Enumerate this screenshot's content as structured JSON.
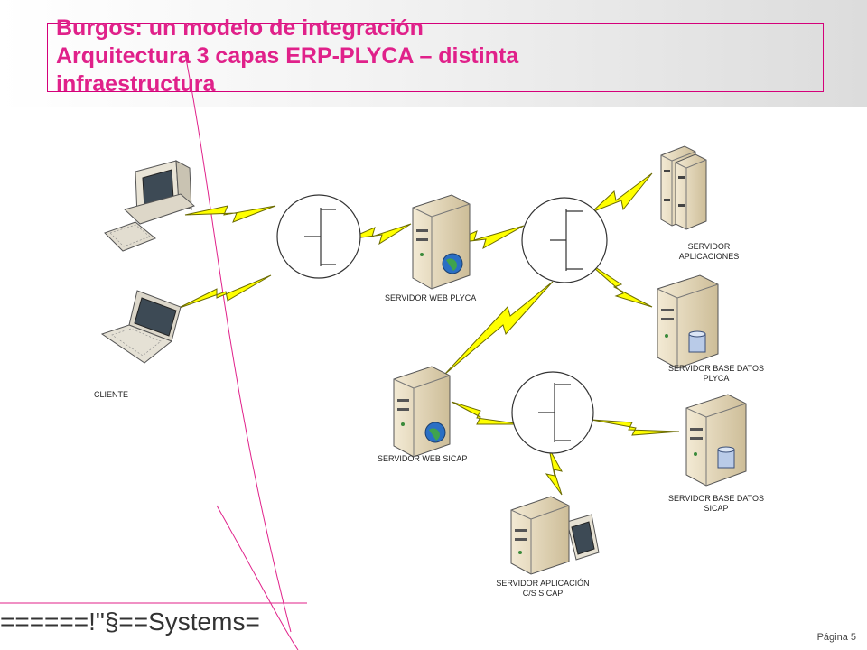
{
  "slide": {
    "title_lines": [
      "Burgos: un modelo de integración",
      "Arquitectura 3 capas ERP-PLYCA – distinta",
      "infraestructura"
    ],
    "footer_brand": "======!\"§==Systems=",
    "page_label": "Página 5"
  },
  "diagram": {
    "nodes": [
      {
        "id": "cliente",
        "label": "CLIENTE",
        "icon": "desktop-and-laptop-icon"
      },
      {
        "id": "web-plyca",
        "label": "SERVIDOR WEB PLYCA",
        "icon": "web-server-icon"
      },
      {
        "id": "aplicaciones",
        "label": "SERVIDOR APLICACIONES",
        "icon": "server-rack-icon"
      },
      {
        "id": "bd-plyca",
        "label": "SERVIDOR BASE DATOS PLYCA",
        "icon": "database-server-icon"
      },
      {
        "id": "web-sicap",
        "label": "SERVIDOR WEB SICAP",
        "icon": "web-server-icon"
      },
      {
        "id": "bd-sicap",
        "label": "SERVIDOR BASE DATOS SICAP",
        "icon": "database-server-icon"
      },
      {
        "id": "app-sicap",
        "label": "SERVIDOR APLICACIÓN C/S SICAP",
        "icon": "server-with-monitor-icon"
      }
    ],
    "label_lines": {
      "cliente": [
        "CLIENTE"
      ],
      "web_plyca": [
        "SERVIDOR WEB PLYCA"
      ],
      "aplicaciones": [
        "SERVIDOR",
        "APLICACIONES"
      ],
      "bd_plyca": [
        "SERVIDOR BASE DATOS",
        "PLYCA"
      ],
      "web_sicap": [
        "SERVIDOR WEB SICAP"
      ],
      "bd_sicap": [
        "SERVIDOR BASE DATOS",
        "SICAP"
      ],
      "app_sicap": [
        "SERVIDOR APLICACIÓN",
        "C/S SICAP"
      ]
    },
    "hubs": [
      {
        "id": "hub-1",
        "icon": "network-hub-icon"
      },
      {
        "id": "hub-2",
        "icon": "network-hub-icon"
      },
      {
        "id": "hub-3",
        "icon": "network-hub-icon"
      }
    ],
    "colors": {
      "title": "#e0218a",
      "frame": "#d4007a",
      "lightning": "#ffff00",
      "lightning_outline": "#6b6b00",
      "server_body": "#e8dcc0",
      "server_shade": "#b9a987"
    }
  }
}
